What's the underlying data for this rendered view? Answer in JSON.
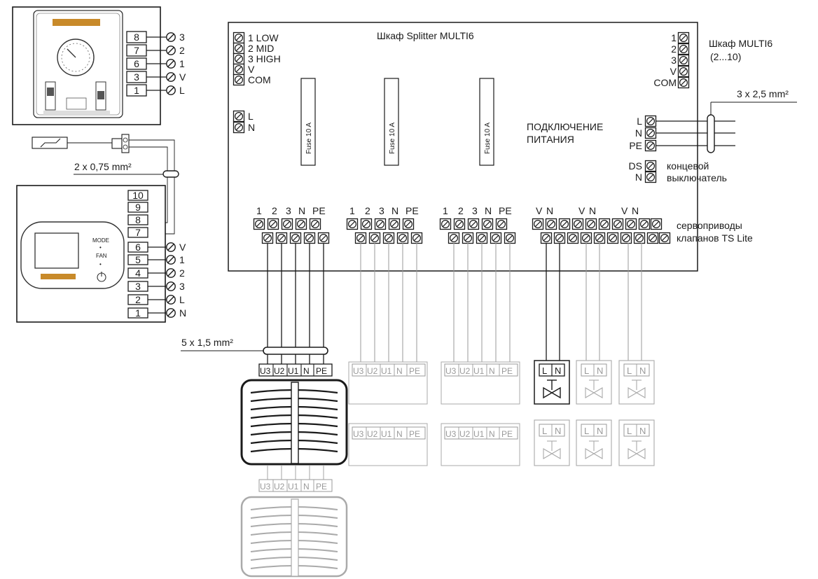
{
  "splitter": {
    "title": "Шкаф Splitter MULTI6",
    "inputs": [
      "1 LOW",
      "2 MID",
      "3 HIGH",
      "V",
      "COM"
    ],
    "power_in": [
      "L",
      "N"
    ],
    "fuse": "Fuse 10 A",
    "fan_group_labels": [
      "1",
      "2",
      "3",
      "N",
      "PE"
    ],
    "valve_labels": [
      "V",
      "N"
    ]
  },
  "multi6": {
    "terminals": [
      "1",
      "2",
      "3",
      "V",
      "COM"
    ],
    "title_line1": "Шкаф MULTI6",
    "title_line2": "(2...10)"
  },
  "power": {
    "label_line1": "ПОДКЛЮЧЕНИЕ",
    "label_line2": "ПИТАНИЯ",
    "terminals": [
      "L",
      "N",
      "PE"
    ],
    "cable": "3 x 2,5 mm²"
  },
  "limit_switch": {
    "terminals": [
      "DS",
      "N"
    ],
    "label_line1": "концевой",
    "label_line2": "выключатель"
  },
  "servo": {
    "label_line1": "сервоприводы",
    "label_line2": "клапанов TS Lite"
  },
  "thermostat_mech": {
    "terminals": [
      {
        "num": "8",
        "label": "3"
      },
      {
        "num": "7",
        "label": "2"
      },
      {
        "num": "6",
        "label": "1"
      },
      {
        "num": "3",
        "label": "V"
      },
      {
        "num": "1",
        "label": "L"
      }
    ]
  },
  "thermostat_digital": {
    "mode": "MODE",
    "fan": "FAN",
    "terminals_plain": [
      "10",
      "9",
      "8",
      "7"
    ],
    "terminals": [
      {
        "num": "6",
        "label": "V"
      },
      {
        "num": "5",
        "label": "1"
      },
      {
        "num": "4",
        "label": "2"
      },
      {
        "num": "3",
        "label": "3"
      },
      {
        "num": "2",
        "label": "L"
      },
      {
        "num": "1",
        "label": "N"
      }
    ]
  },
  "sensor_cable": "2 x 0,75 mm²",
  "fan_cable": "5 x 1,5 mm²",
  "fan_terminals": [
    "U3",
    "U2",
    "U1",
    "N",
    "PE"
  ],
  "valve_terminals": [
    "L",
    "N"
  ]
}
